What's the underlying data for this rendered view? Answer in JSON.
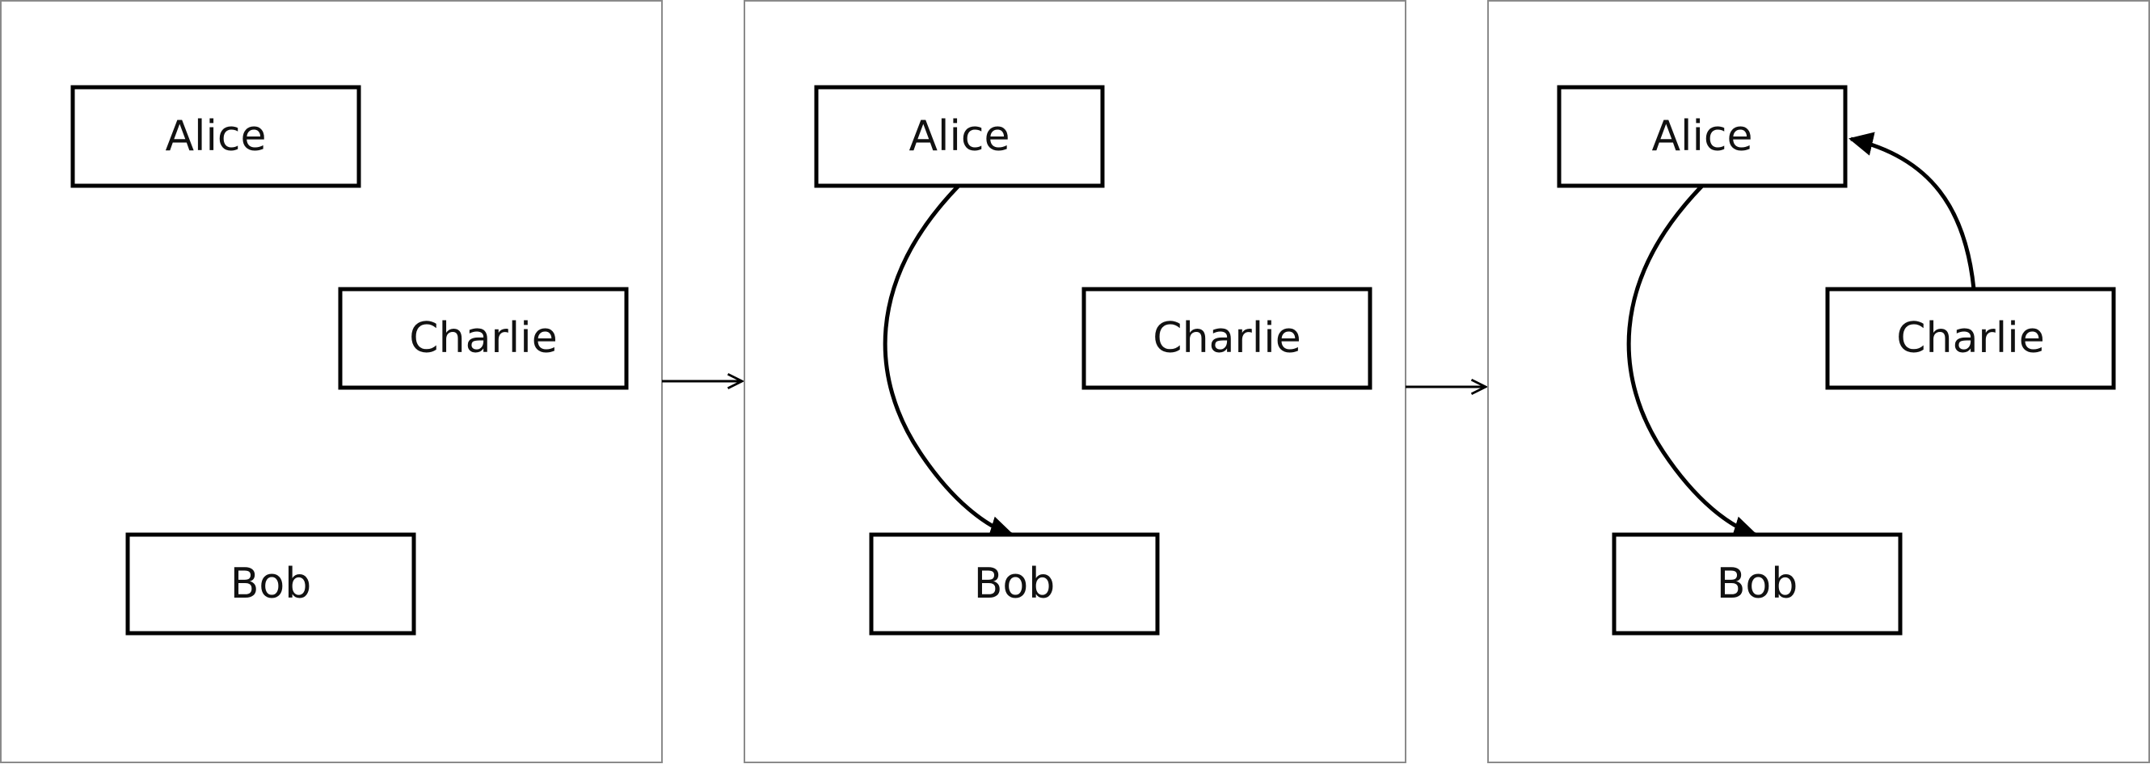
{
  "colors": {
    "panel_border": "#8a8a8a",
    "node_border": "#000000",
    "edge": "#000000",
    "background": "#ffffff"
  },
  "panels": [
    {
      "nodes": [
        {
          "id": "alice",
          "label": "Alice"
        },
        {
          "id": "charlie",
          "label": "Charlie"
        },
        {
          "id": "bob",
          "label": "Bob"
        }
      ],
      "edges": []
    },
    {
      "nodes": [
        {
          "id": "alice",
          "label": "Alice"
        },
        {
          "id": "charlie",
          "label": "Charlie"
        },
        {
          "id": "bob",
          "label": "Bob"
        }
      ],
      "edges": [
        {
          "from": "alice",
          "to": "bob"
        }
      ]
    },
    {
      "nodes": [
        {
          "id": "alice",
          "label": "Alice"
        },
        {
          "id": "charlie",
          "label": "Charlie"
        },
        {
          "id": "bob",
          "label": "Bob"
        }
      ],
      "edges": [
        {
          "from": "alice",
          "to": "bob"
        },
        {
          "from": "charlie",
          "to": "alice"
        }
      ]
    }
  ],
  "transitions": [
    {
      "from_panel": 1,
      "to_panel": 2,
      "style": "open-arrow"
    },
    {
      "from_panel": 2,
      "to_panel": 3,
      "style": "open-arrow"
    }
  ]
}
